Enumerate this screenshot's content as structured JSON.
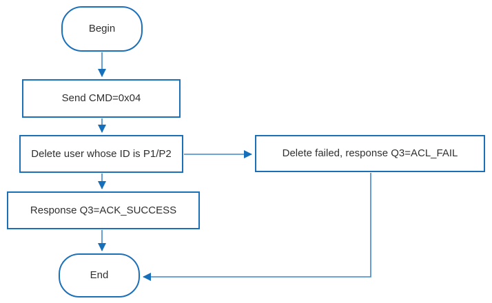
{
  "flowchart": {
    "type": "flowchart",
    "background_color": "#ffffff",
    "colors": {
      "node_border": "#1b6fb9",
      "connector_line": "#3d86c8",
      "arrowhead": "#156fba",
      "text": "#2f2f2f"
    },
    "nodes": {
      "begin": {
        "label": "Begin",
        "shape": "terminator"
      },
      "send_cmd": {
        "label": "Send CMD=0x04",
        "shape": "process"
      },
      "delete_user": {
        "label": "Delete user whose ID is P1/P2",
        "shape": "process"
      },
      "delete_failed": {
        "label": "Delete failed, response Q3=ACL_FAIL",
        "shape": "process"
      },
      "response_success": {
        "label": "Response Q3=ACK_SUCCESS",
        "shape": "process"
      },
      "end": {
        "label": "End",
        "shape": "terminator"
      }
    },
    "edges": [
      {
        "from": "begin",
        "to": "send_cmd",
        "direction": "down"
      },
      {
        "from": "send_cmd",
        "to": "delete_user",
        "direction": "down"
      },
      {
        "from": "delete_user",
        "to": "delete_failed",
        "direction": "right"
      },
      {
        "from": "delete_user",
        "to": "response_success",
        "direction": "down"
      },
      {
        "from": "response_success",
        "to": "end",
        "direction": "down"
      },
      {
        "from": "delete_failed",
        "to": "end",
        "direction": "down-then-left"
      }
    ]
  }
}
